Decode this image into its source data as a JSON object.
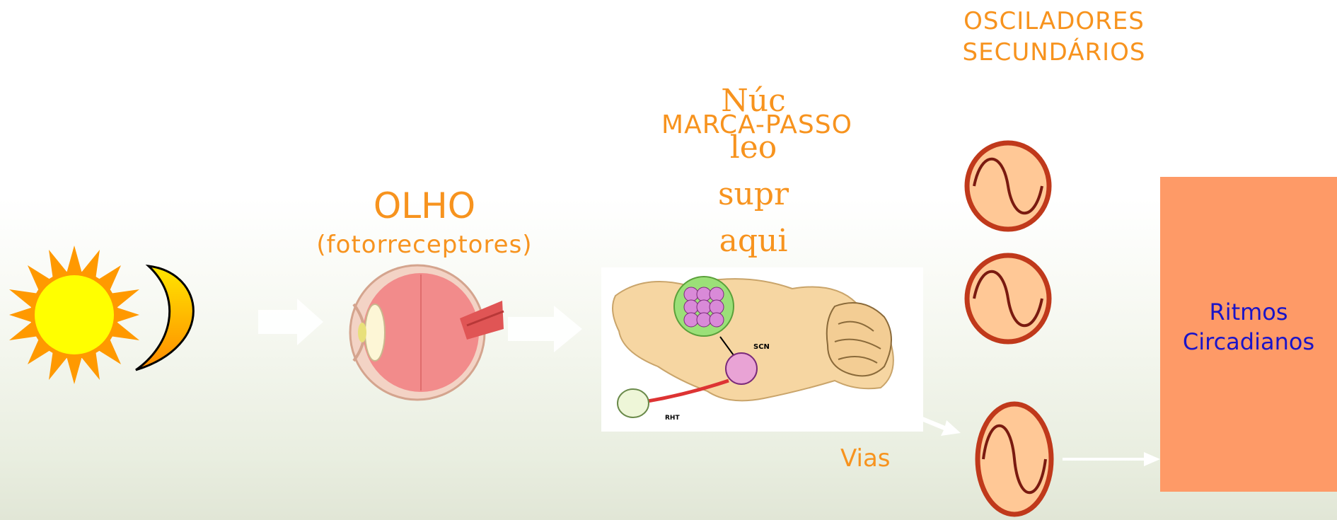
{
  "secondary_oscillators": {
    "line1": "OSCILADORES",
    "line2": "SECUNDÁRIOS"
  },
  "nucleus_label": {
    "line1": "Núc",
    "line2": "leo",
    "line3": "supr",
    "line4": "aqui"
  },
  "pacemaker_label": "MARCA-PASSO",
  "eye": {
    "title": "OLHO",
    "subtitle": "(fotorreceptores)"
  },
  "brain_labels": {
    "scn": "SCN",
    "rht": "RHT"
  },
  "pathways_label": "Vias",
  "output": {
    "line1": "Ritmos",
    "line2": "Circadianos"
  },
  "colors": {
    "label_orange": "#f7931e",
    "sun_yellow": "#ffff00",
    "sun_rays": "#ff9900",
    "oscillator_fill": "#ffc896",
    "oscillator_ring": "#c0391b",
    "output_box": "#fe9a67",
    "output_text": "#1a14c8"
  }
}
